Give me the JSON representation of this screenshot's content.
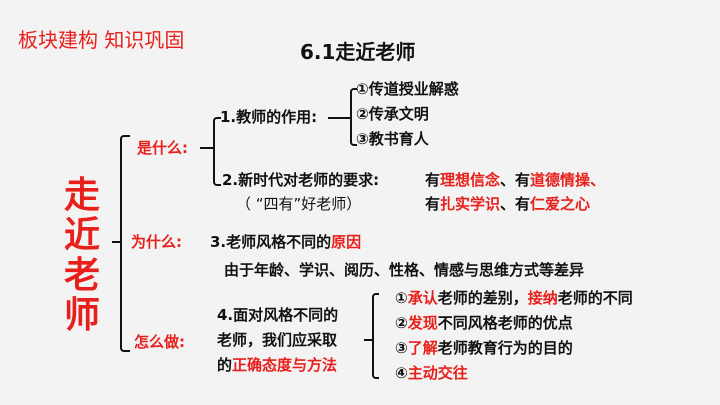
{
  "section_label": "板块建构 知识巩固",
  "title": "6.1走近老师",
  "side_title": [
    "走",
    "近",
    "老",
    "师"
  ],
  "colors": {
    "accent": "#e8201c",
    "text": "#111111"
  },
  "what": {
    "label": "是什么:",
    "role_heading": "1.教师的作用:",
    "roles": [
      "①传道授业解惑",
      "②传承文明",
      "③教书育人"
    ],
    "req_heading": "2.新时代对老师的要求:",
    "req_sub": "（ “四有”好老师）",
    "req_parts": [
      "有",
      "理想信念",
      "、有",
      "道德情操",
      "、",
      "有",
      "扎实学识",
      "、有",
      "仁爱之心"
    ]
  },
  "why": {
    "label": "为什么:",
    "heading_a": "3.老师风格不同的",
    "heading_b": "原因",
    "reason": "由于年龄、学识、阅历、性格、情感与思维方式等差异"
  },
  "how": {
    "label": "怎么做:",
    "q1": "4.面对风格不同的",
    "q2": "老师，我们应采取",
    "q3a": "的",
    "q3b": "正确态度与方法",
    "items": [
      {
        "n": "①",
        "a": "承认",
        "b": "老师的差别，",
        "c": "接纳",
        "d": "老师的不同"
      },
      {
        "n": "②",
        "a": "发现",
        "b": "不同风格老师的优点"
      },
      {
        "n": "③",
        "a": "了解",
        "b": "老师教育行为的目的"
      },
      {
        "n": "④",
        "a": "主动交往"
      }
    ]
  }
}
